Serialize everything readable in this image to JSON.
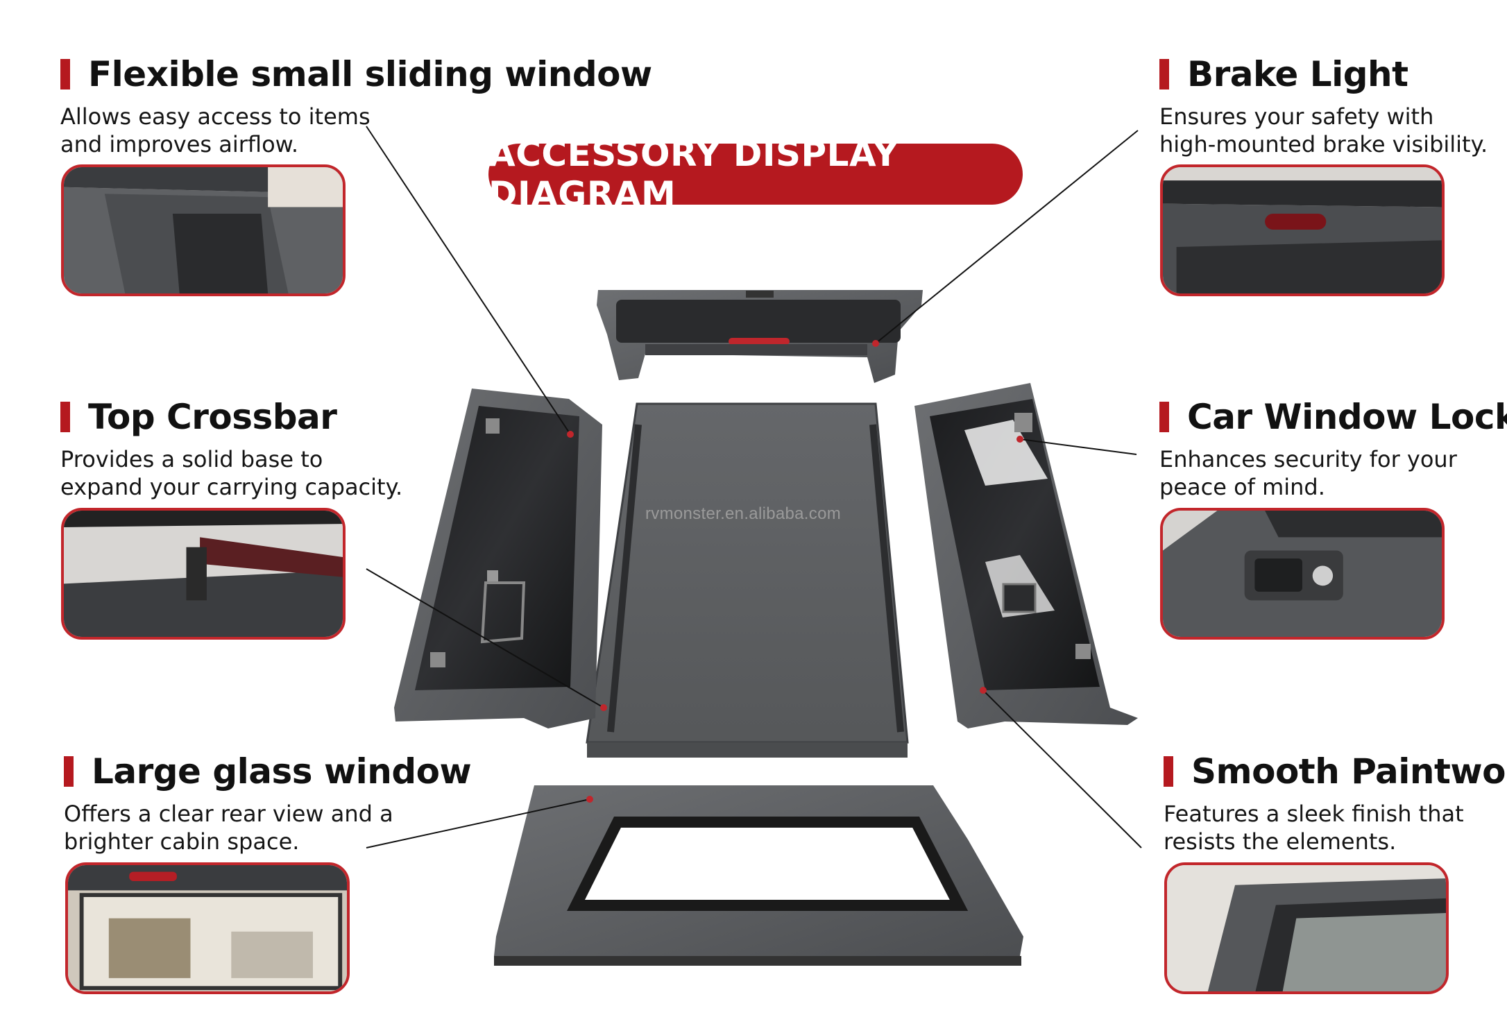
{
  "diagram_title": "ACCESSORY DISPLAY DIAGRAM",
  "watermark": "rvmonster.en.alibaba.com",
  "accent_color": "#b5191f",
  "features": [
    {
      "id": "sliding-window",
      "title": "Flexible small sliding window",
      "desc_1": "Allows easy access to items",
      "desc_2": "and improves airflow."
    },
    {
      "id": "top-crossbar",
      "title": "Top Crossbar",
      "desc_1": "Provides a solid base to",
      "desc_2": "expand your carrying capacity."
    },
    {
      "id": "glass-window",
      "title": "Large glass window",
      "desc_1": "Offers a clear rear view and a",
      "desc_2": "brighter cabin space."
    },
    {
      "id": "brake-light",
      "title": "Brake Light",
      "desc_1": "Ensures your safety with",
      "desc_2": "high-mounted brake visibility."
    },
    {
      "id": "window-lock",
      "title": "Car Window Lock",
      "desc_1": "Enhances security for your",
      "desc_2": "peace of mind."
    },
    {
      "id": "paintwork",
      "title": "Smooth Paintwork",
      "desc_1": "Features a sleek finish that",
      "desc_2": "resists the elements."
    }
  ]
}
